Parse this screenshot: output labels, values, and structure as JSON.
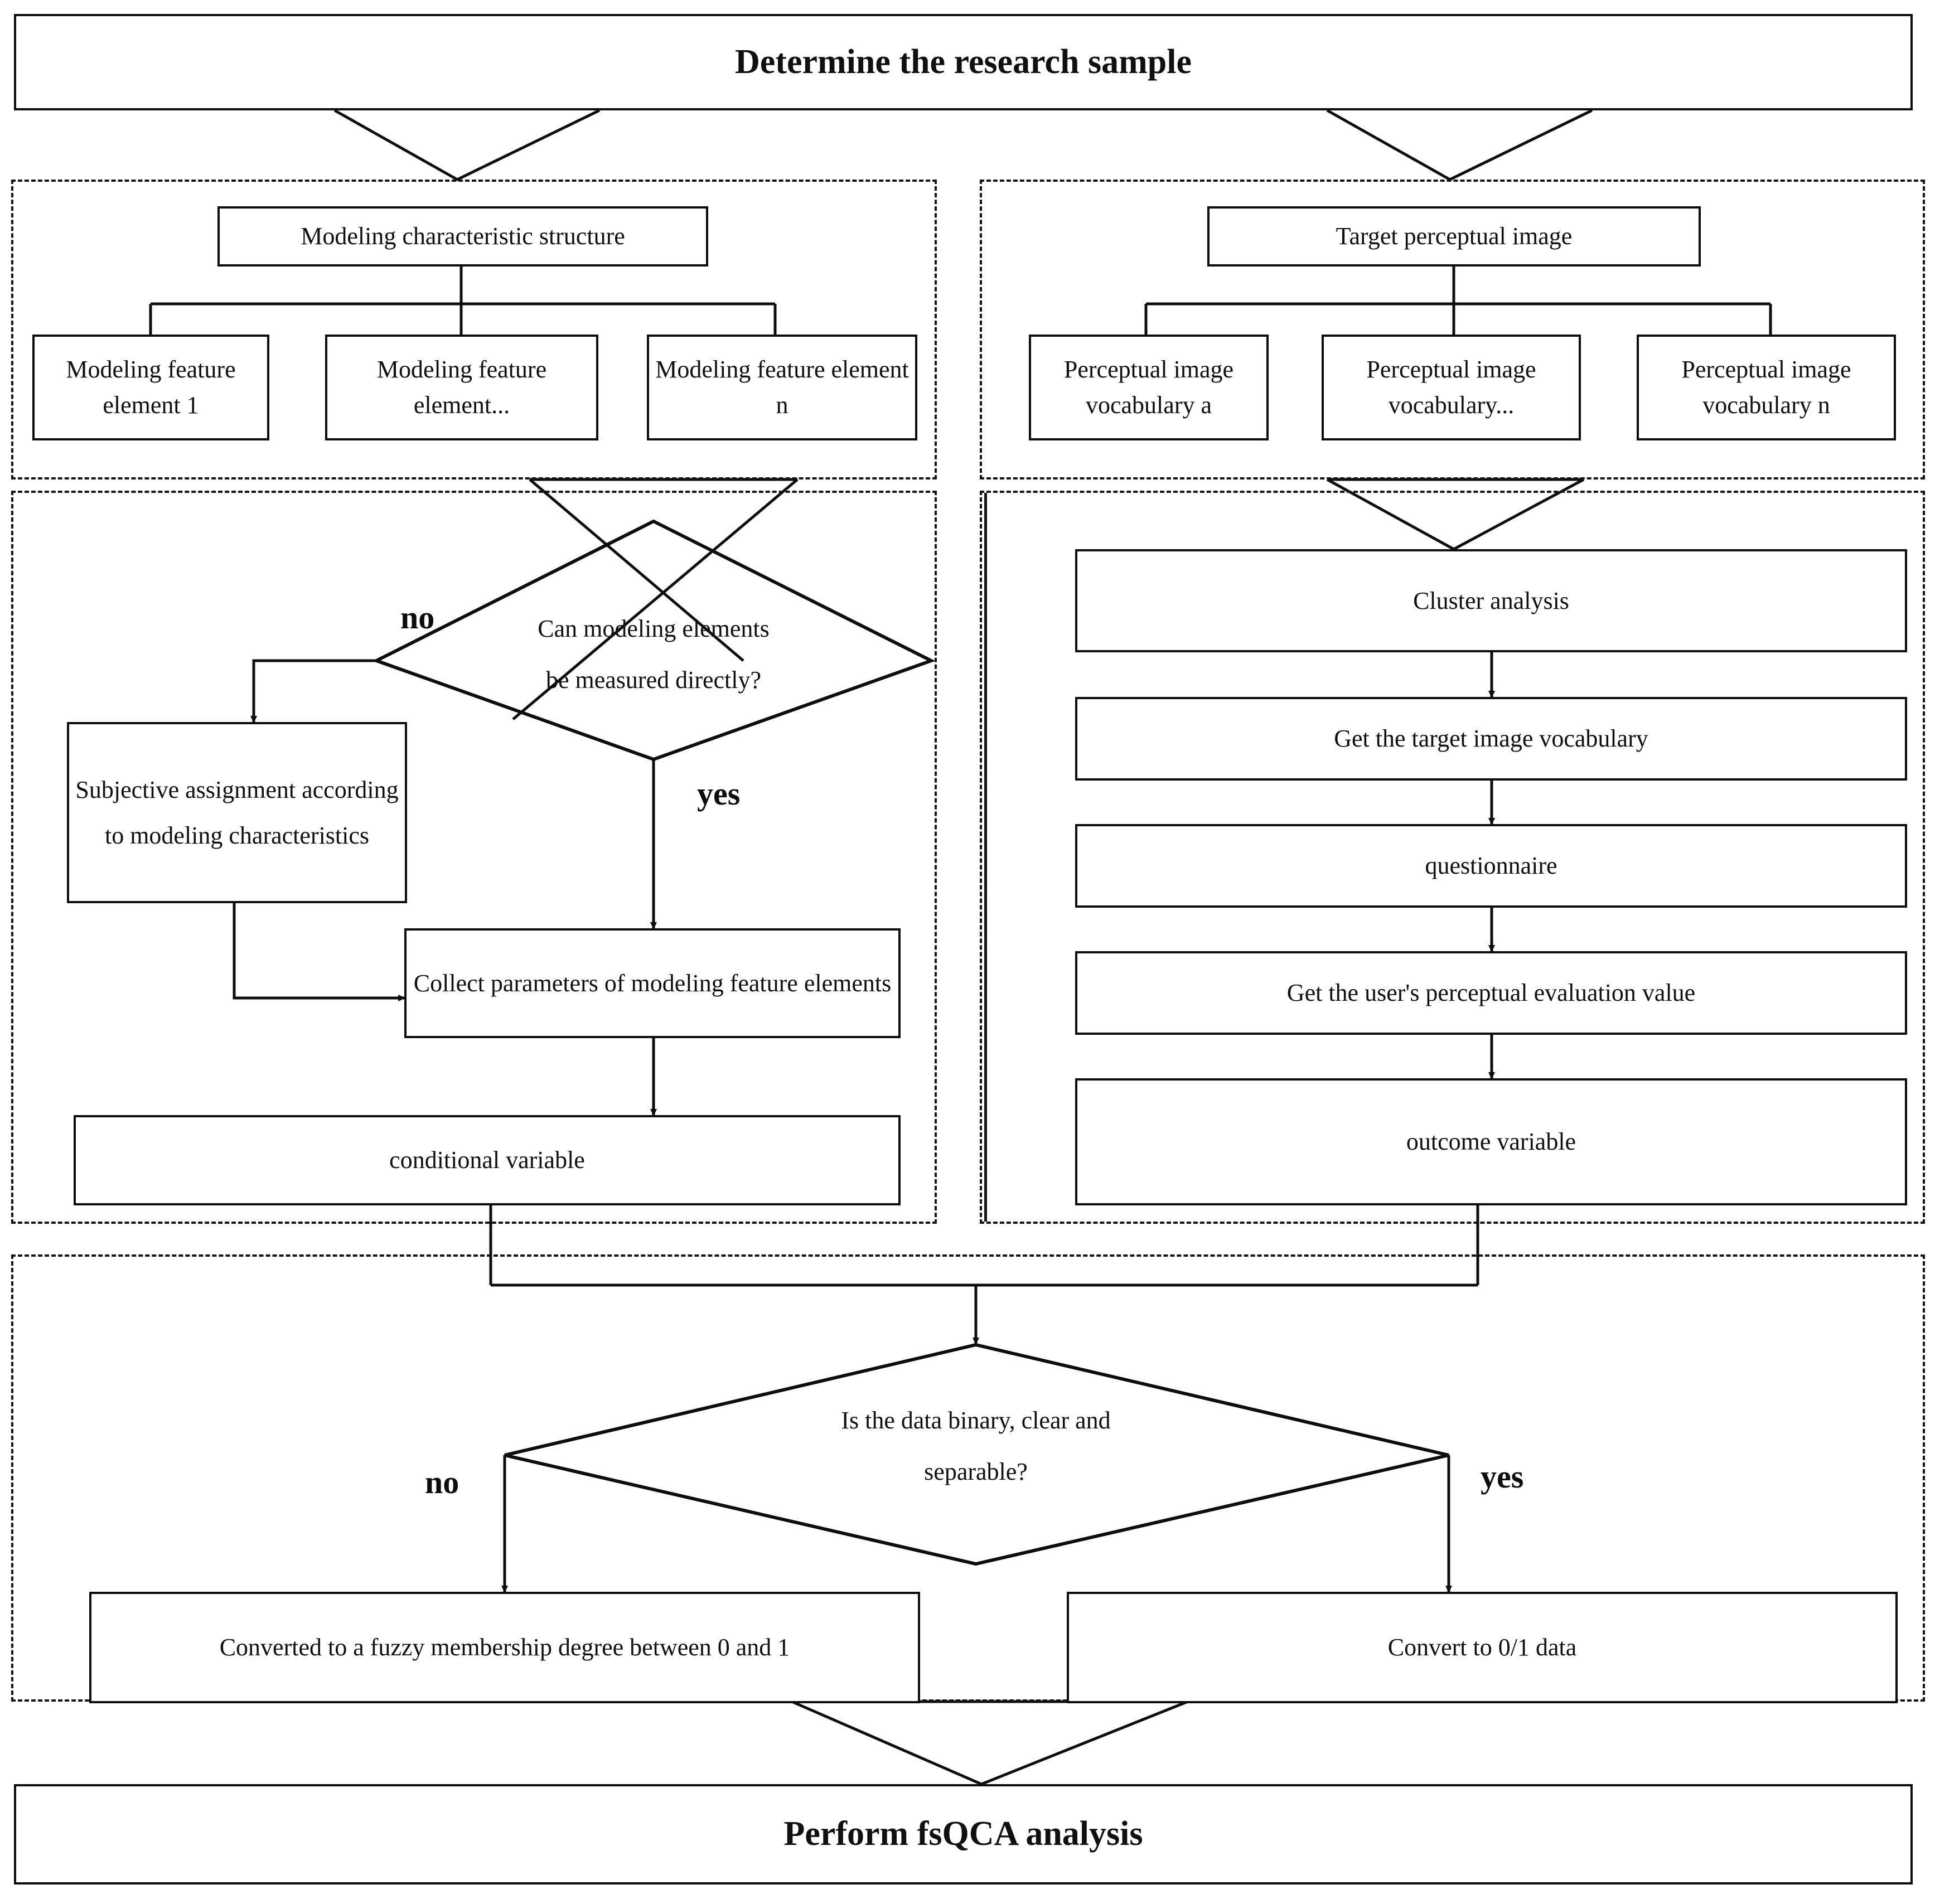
{
  "diagram": {
    "title_node": {
      "label": "Determine the research sample"
    },
    "final_node": {
      "label": "Perform fsQCA analysis"
    },
    "panel_left_top": {
      "head": "Modeling characteristic structure",
      "leaves": [
        "Modeling feature element 1",
        "Modeling feature element...",
        "Modeling feature element n"
      ]
    },
    "panel_right_top": {
      "head": "Target perceptual image",
      "leaves": [
        "Perceptual image vocabulary a",
        "Perceptual image vocabulary...",
        "Perceptual image vocabulary n"
      ]
    },
    "panel_left_mid": {
      "decision": "Can modeling elements be measured directly?",
      "decision_line1": "Can modeling elements",
      "decision_line2": "be measured directly?",
      "label_no": "no",
      "label_yes": "yes",
      "subjective_box": "Subjective assignment according to modeling characteristics",
      "collect_box": "Collect parameters of modeling feature elements",
      "result_box": "conditional variable"
    },
    "panel_right_mid": {
      "steps": [
        "Cluster analysis",
        "Get the target image vocabulary",
        "questionnaire",
        "Get the user's perceptual evaluation value",
        "outcome variable"
      ]
    },
    "panel_bottom": {
      "decision_line1": "Is the data binary, clear and",
      "decision_line2": "separable?",
      "label_no": "no",
      "label_yes": "yes",
      "left_box": "Converted to a fuzzy membership degree between 0 and 1",
      "right_box": "Convert to 0/1 data"
    },
    "colors": {
      "stroke": "#0d0d0d",
      "background": "#ffffff"
    }
  }
}
